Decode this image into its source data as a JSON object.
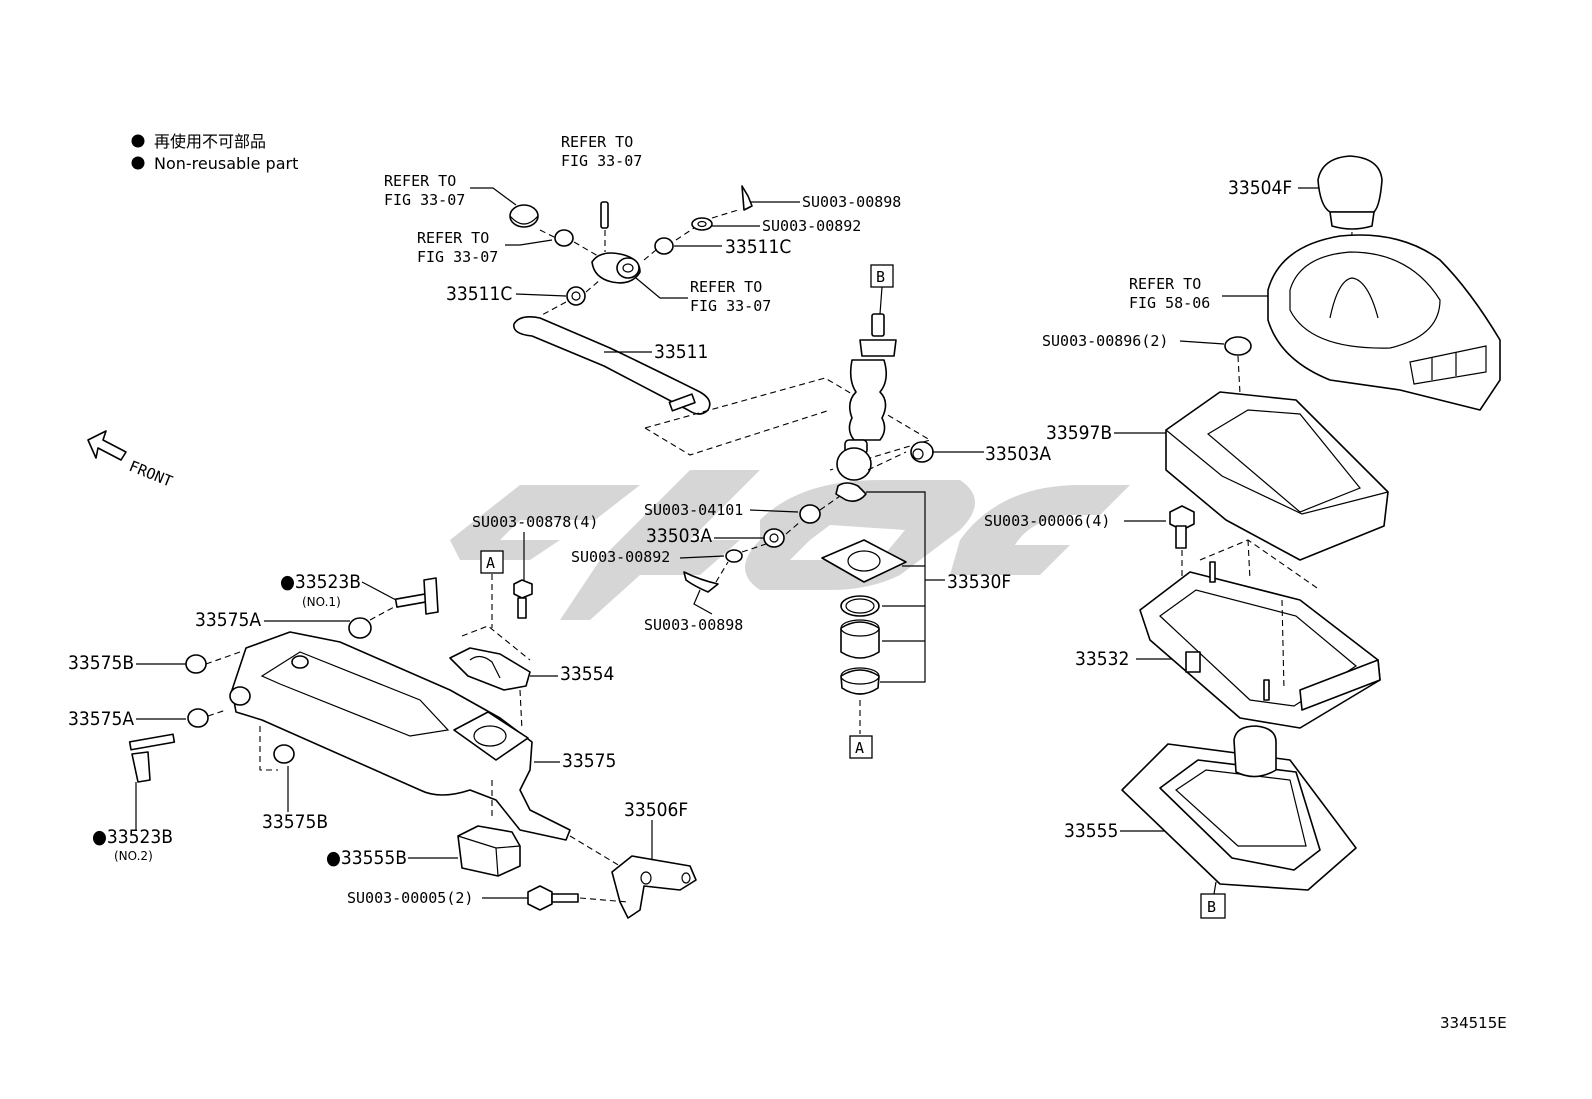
{
  "legend": {
    "line_jp": "再使用不可部品",
    "line_en": "Non-reusable part"
  },
  "front_label": "FRONT",
  "figure_id": "334515E",
  "refer": {
    "line1": "REFER TO",
    "fig_33_07": "FIG 33-07",
    "fig_58_06": "FIG 58-06"
  },
  "parts": {
    "p33504F": "33504F",
    "p33511C": "33511C",
    "p33511": "33511",
    "p33503A": "33503A",
    "p33530F": "33530F",
    "p33597B": "33597B",
    "p33532": "33532",
    "p33555": "33555",
    "p33554": "33554",
    "p33575": "33575",
    "p33575A": "33575A",
    "p33575B": "33575B",
    "p33523B": "●33523B",
    "p33555B": "●33555B",
    "p33506F": "33506F",
    "no1": "(NO.1)",
    "no2": "(NO.2)"
  },
  "bolts": {
    "su00898": "SU003-00898",
    "su00892": "SU003-00892",
    "su00896": "SU003-00896(2)",
    "su00006": "SU003-00006(4)",
    "su04101": "SU003-04101",
    "su00878": "SU003-00878(4)",
    "su00005": "SU003-00005(2)"
  },
  "refs": {
    "A": "A",
    "B": "B"
  }
}
